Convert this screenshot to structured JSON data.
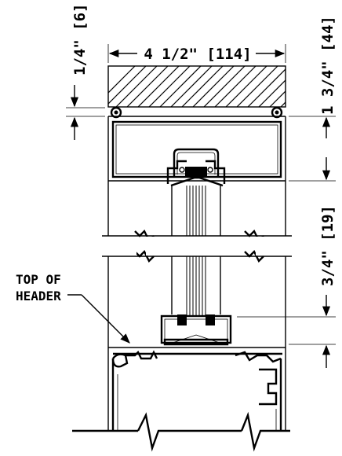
{
  "drawing": {
    "dimensions": {
      "width_label": "4 1/2\" [114]",
      "gap_label": "1/4\" [6]",
      "header_height_label": "1 3/4\" [44]",
      "sill_label": "3/4\" [19]"
    },
    "callout": {
      "line1": "TOP OF",
      "line2": "HEADER"
    }
  }
}
